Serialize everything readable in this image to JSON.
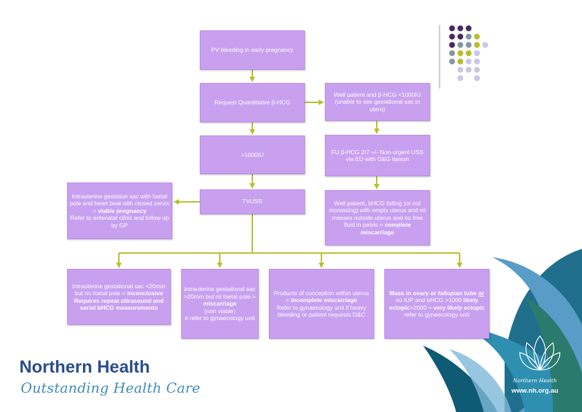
{
  "boxes": {
    "pv_bleeding": "PV bleeding in early pregnancy",
    "request_bhcg": "Request Quantitative β-HCG",
    "well_patient_low": "Well patient and β-HCG <1000IU (unable to see gestational sac in utero)",
    "over_1000": ">1000IU",
    "fu_bhcg": "FU β-HCG 2/7 +/- Non-urgent USS via ED with O&G liaison",
    "tvuss": "TVUSS",
    "intrauterine_viable": {
      "line1": "Intrauterine gestation sac with foetal pole and heart beat with closed cervix =",
      "bold": "viable pregnancy",
      "line2": "Refer to antenatal clinic and follow up by GP"
    },
    "complete_miscarriage": {
      "line1": "Well patient, bHCG falling (or not increasing) with empty uterus and nil masses outside uterus and no free fluid in pelvis =",
      "bold": "complete miscarriage"
    },
    "inconclusive": {
      "line1": "Intrauterine gestational sac <20mm but no foetal pole =",
      "bold1": "inconclusive",
      "bold2": "Requires repeat ultrasound and serial bHCG measurements"
    },
    "miscarriage_nonviable": {
      "line1": "Intrauterine gestational sac >20mm but nil foetal pole =",
      "bold": "miscarriage",
      "line2": "(non viable)",
      "line3": "# refer to gynaecology unit"
    },
    "incomplete_miscarriage": {
      "line1": "Products of conception within uterus =",
      "bold": "incomplete miscarriage",
      "line2": "Refer to gynaecology unit if heavy bleeding or patient requests D&C"
    },
    "ectopic": {
      "line1a": "Mass in ovary or fallopian tube",
      "or": "or",
      "line1b": "no IUP and bHCG >1000",
      "bold1": "likely ectopic",
      "line1c": ">2000 =",
      "bold2": "very likely ectopic",
      "line2": "refer to gynaecology unit"
    }
  },
  "branding": {
    "title": "Northern Health",
    "tagline": "Outstanding Health Care",
    "logo_small_text": "Northern Health",
    "url": "www.nh.org.au"
  },
  "colors": {
    "box_fill": "#c9a0f0",
    "arrow": "#b7bf2a",
    "brand_blue": "#2a4d8a",
    "brand_teal": "#3d8bb8",
    "dot_purple": "#4b2a63",
    "dot_grey": "#7f9aa3",
    "dot_lime": "#b8bd2c",
    "dot_lavender": "#c9c6e6"
  }
}
